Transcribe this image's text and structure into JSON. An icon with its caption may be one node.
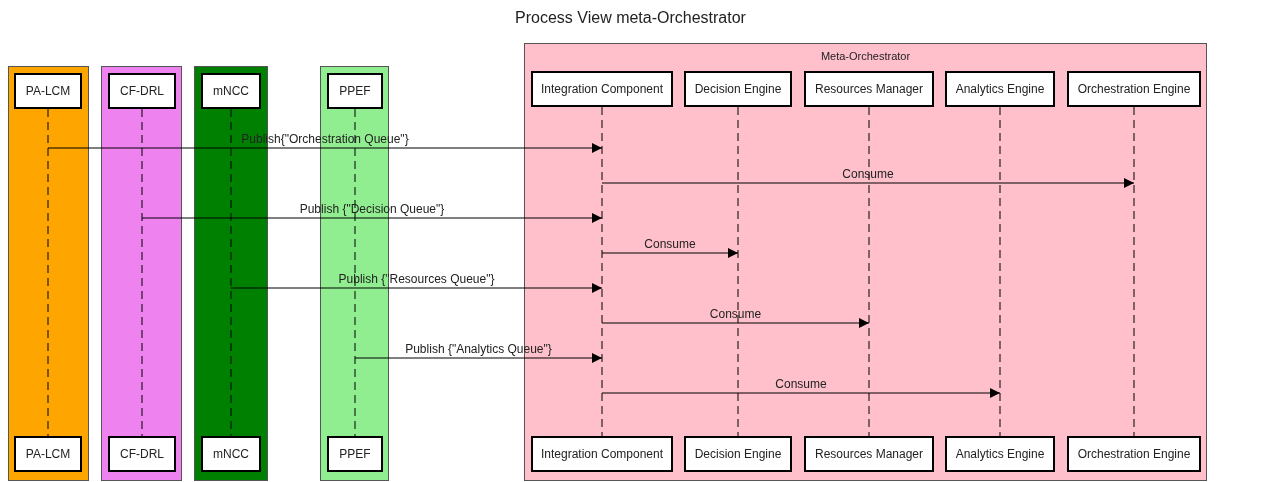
{
  "diagram": {
    "title": "Process View meta-Orchestrator",
    "nodes": [
      {
        "text": [],
        "shape": "box"
      },
      {
        "text": [
          "PA-LCM"
        ],
        "in": 0
      },
      {
        "text": [],
        "shape": "box"
      },
      {
        "text": [
          "CF-DRL"
        ],
        "in": 2
      },
      {
        "text": [],
        "shape": "box"
      },
      {
        "text": [
          "mNCC"
        ],
        "in": 4
      },
      {
        "text": [],
        "shape": "box"
      },
      {
        "text": [
          "PPEF"
        ],
        "in": 6
      },
      {
        "text": [
          "Meta-Orchestrator"
        ]
      },
      {
        "text": [
          "Integration Component"
        ],
        "in": 8
      },
      {
        "text": [
          "Decision Engine"
        ],
        "in": 8
      },
      {
        "text": [
          "Resources Manager"
        ],
        "in": 8
      },
      {
        "text": [
          "Analytics Engine"
        ],
        "in": 8
      },
      {
        "text": [
          "Orchestration Engine"
        ],
        "in": 8
      },
      {
        "text": [
          "PA-LCM"
        ],
        "in": 0
      },
      {
        "text": [
          "CF-DRL"
        ],
        "in": 2
      },
      {
        "text": [
          "mNCC"
        ],
        "in": 4
      },
      {
        "text": [
          "PPEF"
        ],
        "in": 6
      },
      {
        "text": [
          "Integration Component"
        ],
        "in": 8
      },
      {
        "text": [
          "Decision Engine"
        ],
        "in": 8
      },
      {
        "text": [
          "Resources Manager"
        ],
        "in": 8
      },
      {
        "text": [
          "Analytics Engine"
        ],
        "in": 8
      },
      {
        "text": [
          "Orchestration Engine"
        ],
        "in": 8
      }
    ],
    "edges": [
      {
        "from": 1,
        "to": 14,
        "arrow": "none",
        "style": "dashed"
      },
      {
        "from": 3,
        "to": 15,
        "arrow": "none",
        "style": "dashed"
      },
      {
        "from": 5,
        "to": 16,
        "arrow": "none",
        "style": "dashed"
      },
      {
        "from": 7,
        "to": 17,
        "arrow": "none",
        "style": "dashed"
      },
      {
        "from": 9,
        "to": 18,
        "arrow": "none",
        "style": "dashed"
      },
      {
        "from": 10,
        "to": 19,
        "arrow": "none",
        "style": "dashed"
      },
      {
        "from": 11,
        "to": 20,
        "arrow": "none",
        "style": "dashed"
      },
      {
        "from": 12,
        "to": 21,
        "arrow": "none",
        "style": "dashed"
      },
      {
        "from": 13,
        "to": 22,
        "arrow": "none",
        "style": "dashed"
      },
      {
        "from": 1,
        "to": 9,
        "arrow": "to",
        "label": "Publish{\"Orchestration Queue\"}"
      },
      {
        "from": 9,
        "to": 13,
        "arrow": "to",
        "label": "Consume"
      },
      {
        "from": 3,
        "to": 9,
        "arrow": "to",
        "label": "Publish {\"Decision Queue\"}"
      },
      {
        "from": 9,
        "to": 10,
        "arrow": "to",
        "label": "Consume"
      },
      {
        "from": 5,
        "to": 9,
        "arrow": "to",
        "label": "Publish {\"Resources Queue\"}"
      },
      {
        "from": 9,
        "to": 11,
        "arrow": "to",
        "label": "Consume"
      },
      {
        "from": 7,
        "to": 9,
        "arrow": "to",
        "label": "Publish {\"Analytics Queue\"}"
      },
      {
        "from": 9,
        "to": 12,
        "arrow": "to",
        "label": "Consume"
      }
    ]
  }
}
